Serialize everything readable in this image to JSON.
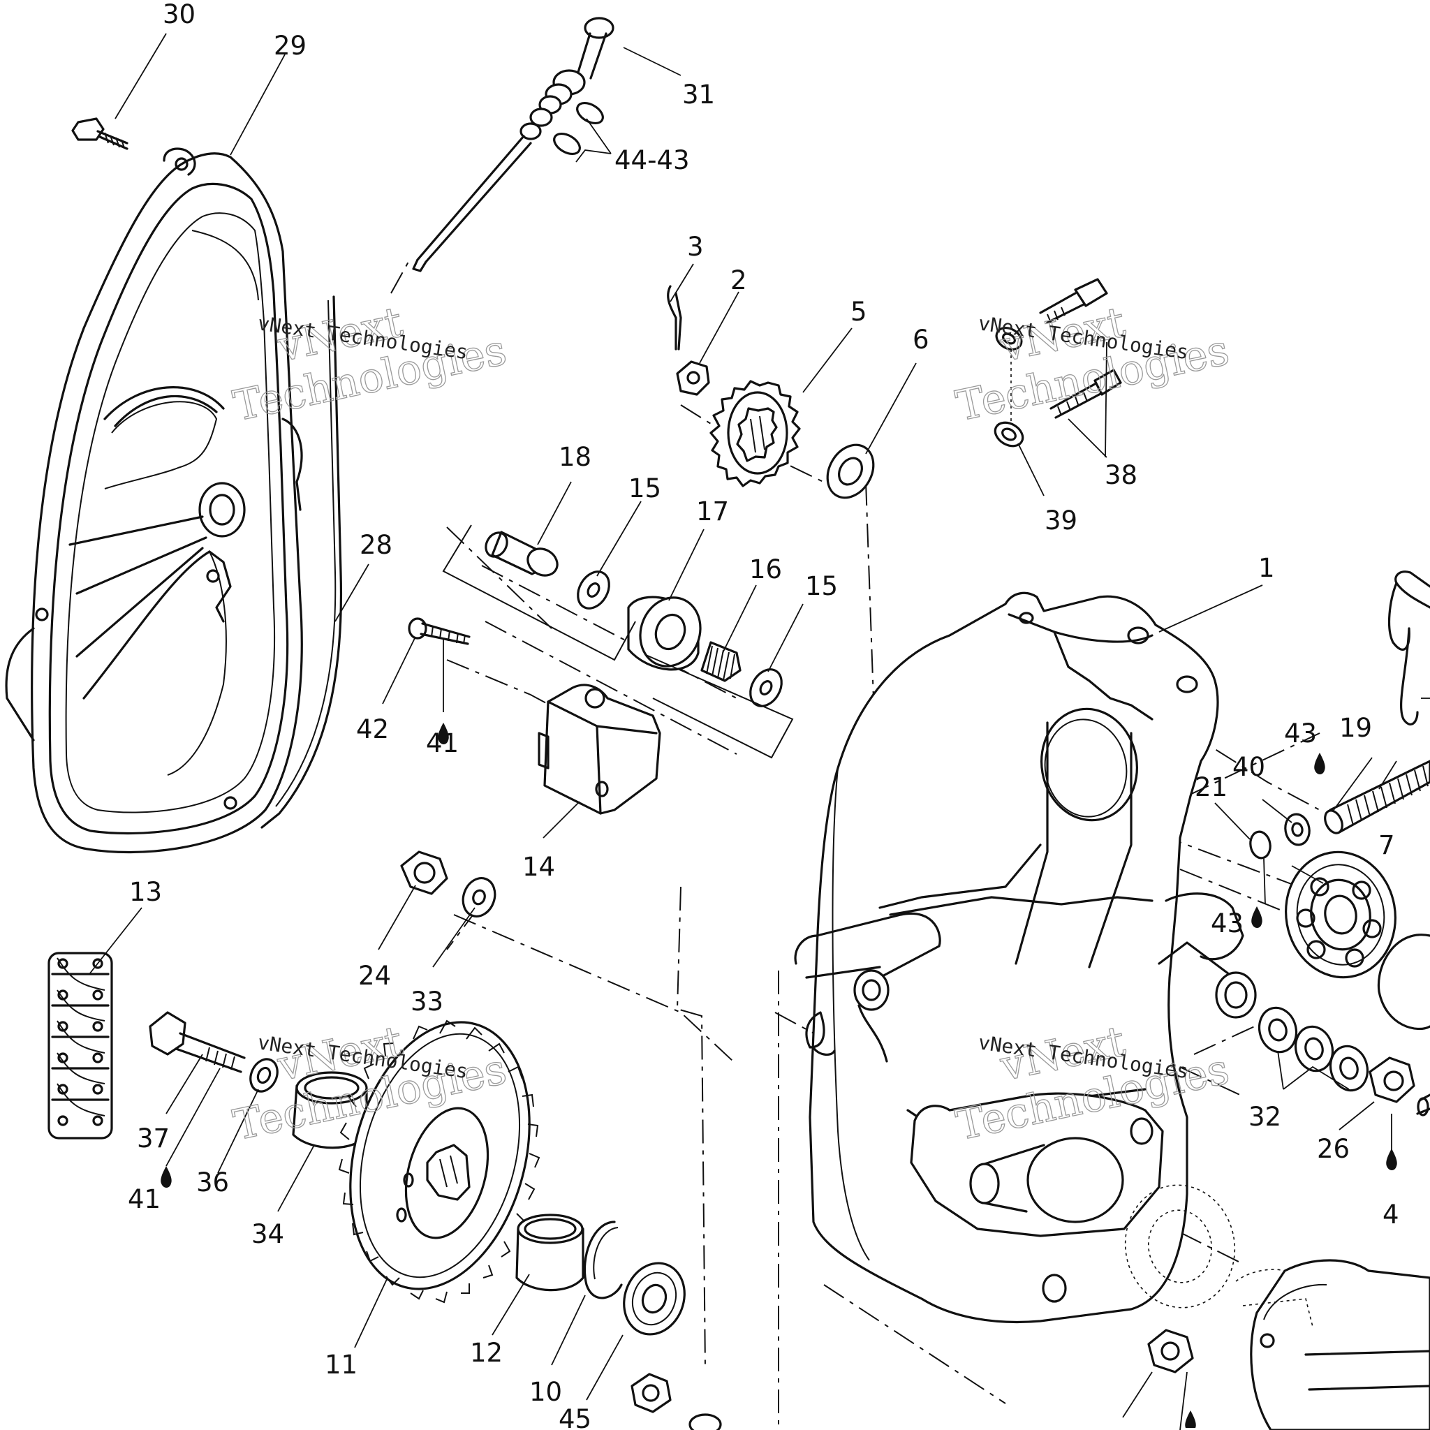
{
  "labels": [
    {
      "id": "1",
      "text": "1"
    },
    {
      "id": "2",
      "text": "2"
    },
    {
      "id": "3",
      "text": "3"
    },
    {
      "id": "4",
      "text": "4"
    },
    {
      "id": "5",
      "text": "5"
    },
    {
      "id": "6",
      "text": "6"
    },
    {
      "id": "7",
      "text": "7"
    },
    {
      "id": "10",
      "text": "10"
    },
    {
      "id": "11",
      "text": "11"
    },
    {
      "id": "12",
      "text": "12"
    },
    {
      "id": "13",
      "text": "13"
    },
    {
      "id": "14",
      "text": "14"
    },
    {
      "id": "15a",
      "text": "15"
    },
    {
      "id": "15b",
      "text": "15"
    },
    {
      "id": "16",
      "text": "16"
    },
    {
      "id": "17",
      "text": "17"
    },
    {
      "id": "18",
      "text": "18"
    },
    {
      "id": "19",
      "text": "19"
    },
    {
      "id": "21",
      "text": "21"
    },
    {
      "id": "24",
      "text": "24"
    },
    {
      "id": "26",
      "text": "26"
    },
    {
      "id": "28",
      "text": "28"
    },
    {
      "id": "29",
      "text": "29"
    },
    {
      "id": "30",
      "text": "30"
    },
    {
      "id": "31",
      "text": "31"
    },
    {
      "id": "32",
      "text": "32"
    },
    {
      "id": "33",
      "text": "33"
    },
    {
      "id": "34",
      "text": "34"
    },
    {
      "id": "36",
      "text": "36"
    },
    {
      "id": "37",
      "text": "37"
    },
    {
      "id": "38",
      "text": "38"
    },
    {
      "id": "39",
      "text": "39"
    },
    {
      "id": "40",
      "text": "40"
    },
    {
      "id": "41a",
      "text": "41"
    },
    {
      "id": "41b",
      "text": "41"
    },
    {
      "id": "42",
      "text": "42"
    },
    {
      "id": "43a",
      "text": "43"
    },
    {
      "id": "43b",
      "text": "43"
    },
    {
      "id": "44-43",
      "text": "44-43"
    },
    {
      "id": "45",
      "text": "45"
    }
  ],
  "watermark": {
    "line1": "vNext",
    "line2": "Technologies",
    "small": "vNext Technologies"
  }
}
